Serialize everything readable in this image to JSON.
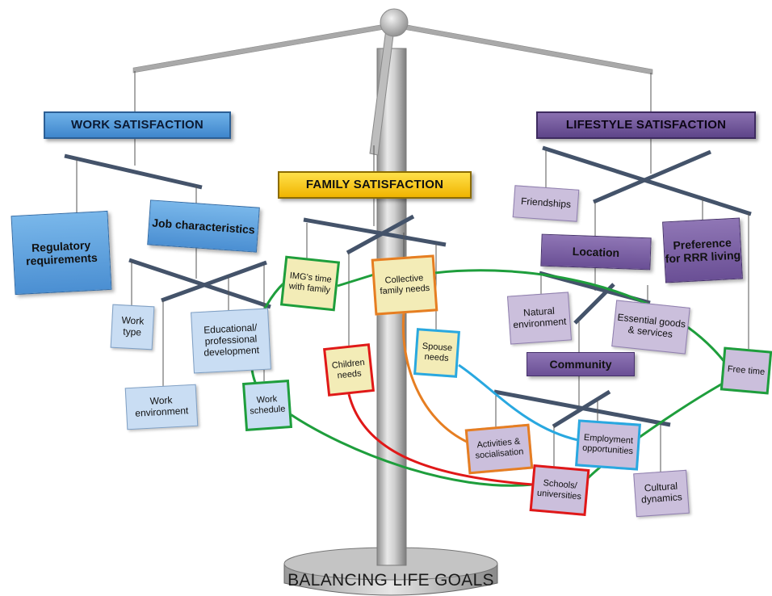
{
  "headers": {
    "work": "WORK SATISFACTION",
    "family": "FAMILY SATISFACTION",
    "lifestyle": "LIFESTYLE SATISFACTION"
  },
  "work": {
    "regulatory": "Regulatory requirements",
    "job_characteristics": "Job characteristics",
    "work_type": "Work type",
    "educational": "Educational/ professional development",
    "work_environment": "Work environment",
    "work_schedule": "Work schedule"
  },
  "family": {
    "img_time": "IMG's time with family",
    "collective_needs": "Collective family needs",
    "children_needs": "Children needs",
    "spouse_needs": "Spouse needs"
  },
  "lifestyle": {
    "friendships": "Friendships",
    "location": "Location",
    "preference": "Preference for RRR living",
    "natural_environment": "Natural environment",
    "essential_goods": "Essential goods & services",
    "community": "Community",
    "free_time": "Free time",
    "activities": "Activities & socialisation",
    "employment": "Employment opportunities",
    "schools": "Schools/ universities",
    "cultural": "Cultural dynamics"
  },
  "base_label": "BALANCING LIFE GOALS",
  "colors": {
    "link_green": "#1e9e3c",
    "link_orange": "#e67e22",
    "link_red": "#e01818",
    "link_cyan": "#29a8e0",
    "work_header": "#4a90d9",
    "lifestyle_header": "#6a4f95",
    "family_header": "#ffd11a"
  }
}
